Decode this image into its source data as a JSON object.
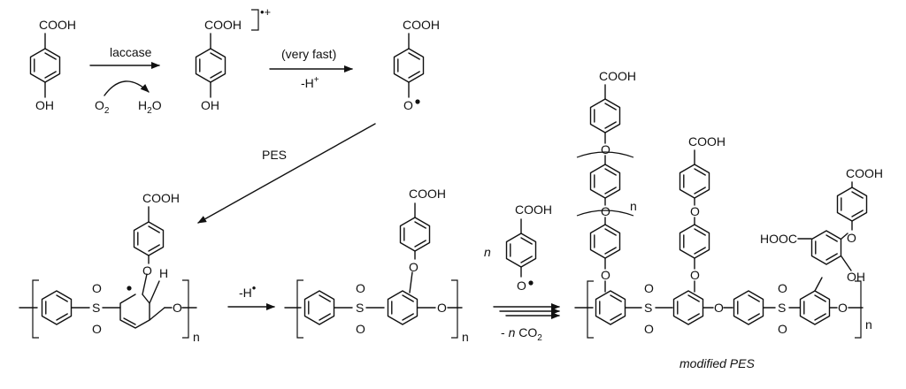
{
  "groups": {
    "cooh": "COOH",
    "hooc": "HOOC",
    "oh": "OH",
    "o": "O",
    "h": "H",
    "s": "S",
    "n": "n"
  },
  "labels": {
    "laccase": "laccase",
    "o2": "O",
    "o2_sub": "2",
    "h2o_h": "H",
    "h2o_sub": "2",
    "h2o_o": "O",
    "very_fast": "(very fast)",
    "minus_h_plus": "-H",
    "plus": "+",
    "radical_cation": "•+",
    "pes": "PES",
    "minus_h_dot": "-H",
    "dot": "•",
    "n_coeff": "n",
    "minus_n_co2_a": "- ",
    "minus_n_co2_n": "n",
    "minus_n_co2_b": " CO",
    "co2_sub": "2",
    "modified_pes": "modified PES"
  }
}
